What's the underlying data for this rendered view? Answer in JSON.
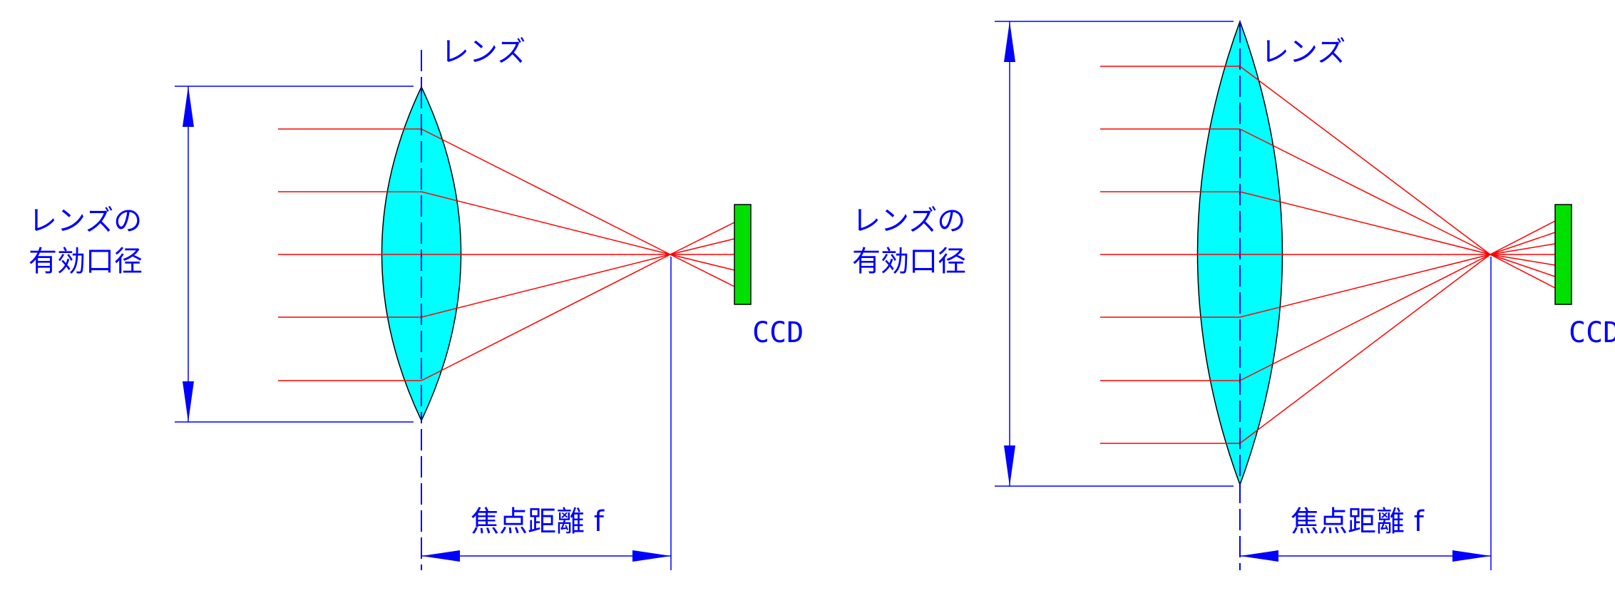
{
  "diagrams": [
    {
      "lens_label": "レンズ",
      "aperture_label_line1": "レンズの",
      "aperture_label_line2": "有効口径",
      "focal_label": "焦点距離 f",
      "sensor_label": "CCD"
    },
    {
      "lens_label": "レンズ",
      "aperture_label_line1": "レンズの",
      "aperture_label_line2": "有効口径",
      "focal_label": "焦点距離 f",
      "sensor_label": "CCD"
    }
  ],
  "colors": {
    "lens_fill": "#00ffff",
    "ray": "#ff0000",
    "dimension_line": "#0000ff",
    "label": "#0000ff",
    "sensor_fill": "#00e000"
  },
  "icons": [
    "lens-icon",
    "sensor-icon",
    "arrowhead-icon"
  ]
}
